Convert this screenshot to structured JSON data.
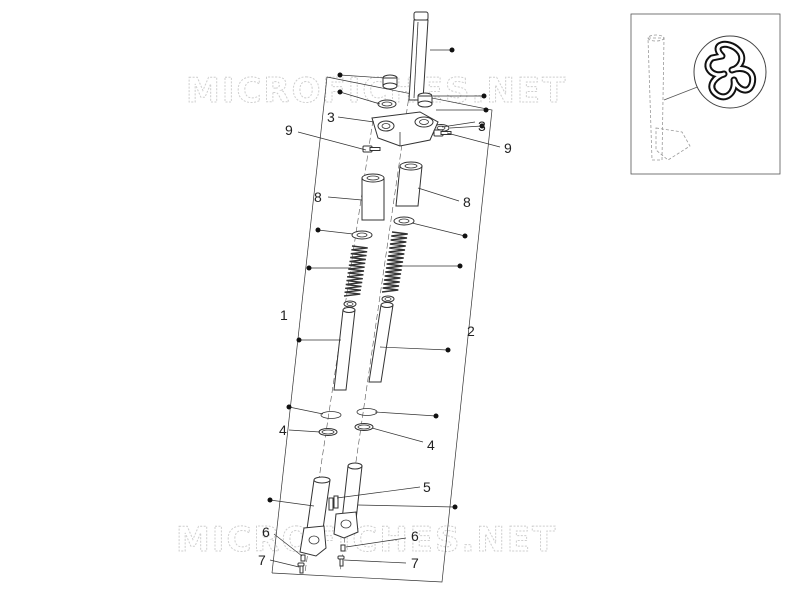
{
  "watermark": {
    "text_top": "MICROFICHES.NET",
    "text_bottom": "MICROFICHES.NET"
  },
  "callouts": {
    "left_fork_assembly": "1",
    "right_fork_assembly": "2",
    "steering_bearing_left": "3",
    "steering_bearing_right": "3",
    "circlip_left": "4",
    "circlip_right": "4",
    "screw_right_leg": "5",
    "bolt_left": "6",
    "bolt_right": "6",
    "drain_screw_left": "7",
    "drain_screw_right": "7",
    "fork_tube_top_left": "8",
    "fork_tube_top_right": "8",
    "bracket_screw_left": "9",
    "bracket_screw_right": "9"
  },
  "inset": {
    "icon": "quality-trefoil-icon"
  }
}
